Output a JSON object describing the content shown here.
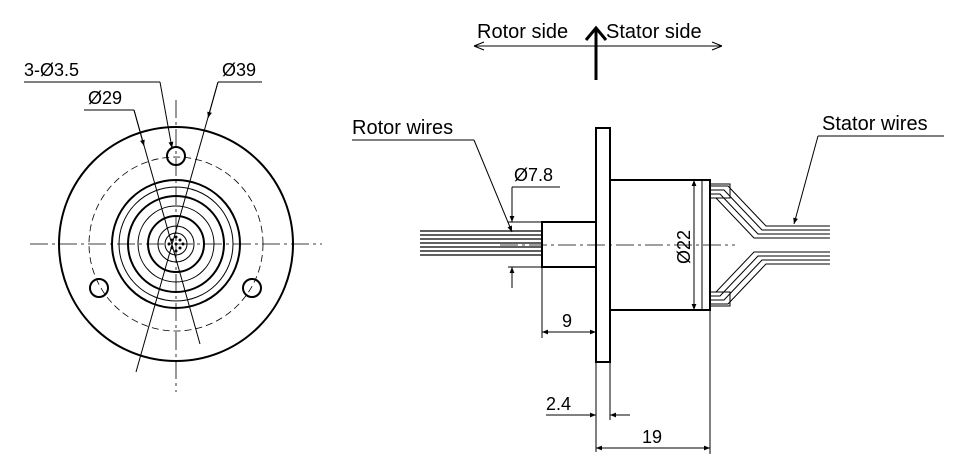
{
  "front_view": {
    "hole_callout": "3-Ø3.5",
    "pitch_diameter": "Ø29",
    "flange_diameter": "Ø39"
  },
  "side_view": {
    "rotor_side": "Rotor side",
    "stator_side": "Stator side",
    "rotor_wires": "Rotor wires",
    "stator_wires": "Stator wires",
    "shaft_diameter": "Ø7.8",
    "body_diameter": "Ø22",
    "dim_shaft_length": "9",
    "dim_flange_thickness": "2.4",
    "dim_body_length": "19"
  }
}
